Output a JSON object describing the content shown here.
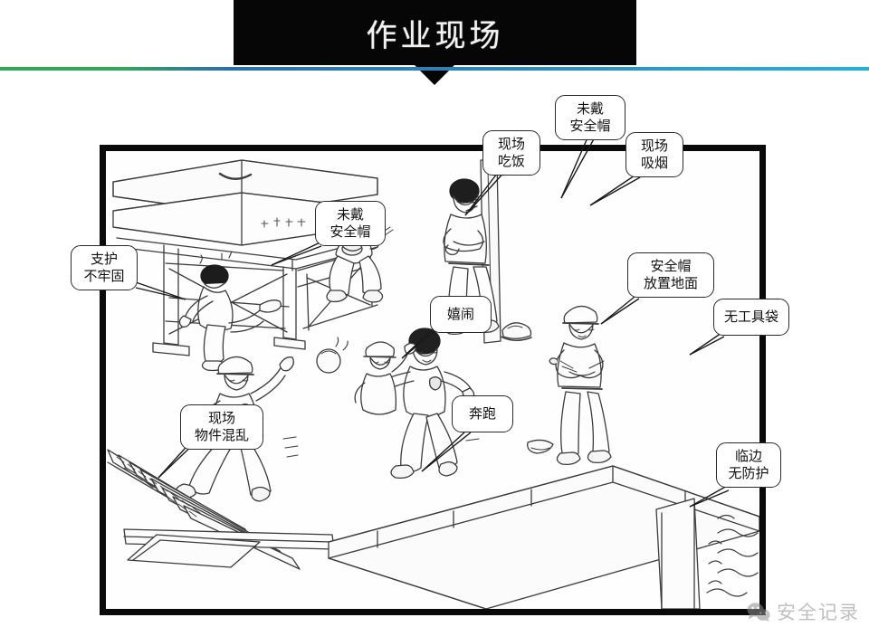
{
  "header": {
    "title": "作业现场",
    "divider_color_start": "#2faa59",
    "divider_color_end": "#1fb4d4",
    "banner_background": "#060606"
  },
  "illustration": {
    "alt": "建筑作业现场违章行为示意插图",
    "frame_color": "#0a0a0a"
  },
  "callouts": [
    {
      "id": "support-not-secure",
      "lines": [
        "支护",
        "不牢固"
      ]
    },
    {
      "id": "no-helmet-left",
      "lines": [
        "未戴",
        "安全帽"
      ]
    },
    {
      "id": "eating-on-site",
      "lines": [
        "现场",
        "吃饭"
      ]
    },
    {
      "id": "no-helmet-top",
      "lines": [
        "未戴",
        "安全帽"
      ]
    },
    {
      "id": "smoking-on-site",
      "lines": [
        "现场",
        "吸烟"
      ]
    },
    {
      "id": "helmet-on-ground",
      "lines": [
        "安全帽",
        "放置地面"
      ]
    },
    {
      "id": "no-tool-bag",
      "lines": [
        "无工具袋"
      ]
    },
    {
      "id": "horseplay",
      "lines": [
        "嬉闹"
      ]
    },
    {
      "id": "messy-objects",
      "lines": [
        "现场",
        "物件混乱"
      ]
    },
    {
      "id": "running",
      "lines": [
        "奔跑"
      ]
    },
    {
      "id": "unprotected-edge",
      "lines": [
        "临边",
        "无防护"
      ]
    }
  ],
  "watermark": {
    "text": "安全记录",
    "icon": "wechat-icon"
  }
}
